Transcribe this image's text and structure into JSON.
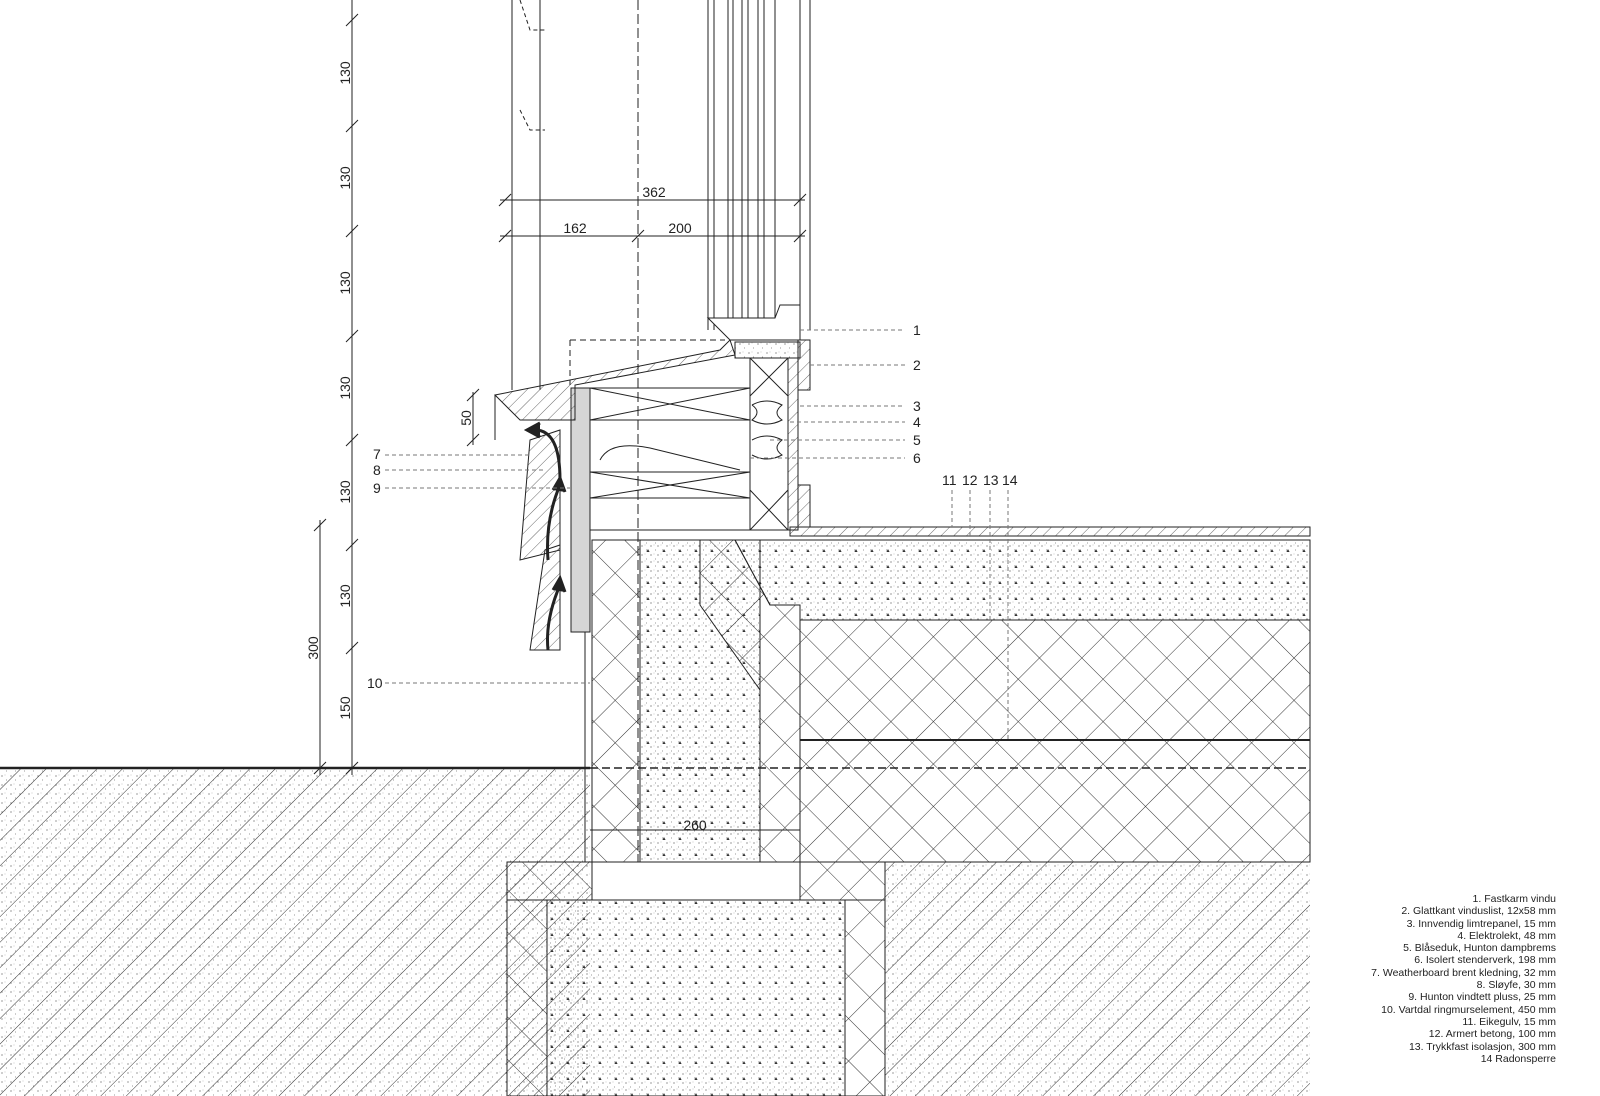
{
  "dimensions": {
    "vertical": [
      "130",
      "130",
      "130",
      "130",
      "130",
      "130",
      "150"
    ],
    "overall_height": "300",
    "sill_overhang": "50",
    "top_total": "362",
    "top_left": "162",
    "top_right": "200",
    "ring_wall_width": "260"
  },
  "callouts": {
    "right": [
      "1",
      "2",
      "3",
      "4",
      "5",
      "6"
    ],
    "left": [
      "7",
      "8",
      "9"
    ],
    "foundation": "10",
    "floor": [
      "11",
      "12",
      "13",
      "14"
    ]
  },
  "legend": [
    "1. Fastkarm vindu",
    "2. Glattkant vinduslist, 12x58 mm",
    "3. Innvendig limtrepanel, 15 mm",
    "4. Elektrolekt, 48 mm",
    "5. Blåseduk, Hunton dampbrems",
    "6. Isolert stenderverk, 198 mm",
    "7. Weatherboard brent kledning, 32 mm",
    "8. Sløyfe, 30 mm",
    "9. Hunton vindtett pluss, 25 mm",
    "10. Vartdal ringmurselement, 450 mm",
    "11. Eikegulv, 15 mm",
    "12. Armert betong, 100 mm",
    "13. Trykkfast isolasjon, 300 mm",
    "14  Radonsperre"
  ],
  "colors": {
    "line": "#222222",
    "wind_barrier": "#d6d6d6"
  }
}
